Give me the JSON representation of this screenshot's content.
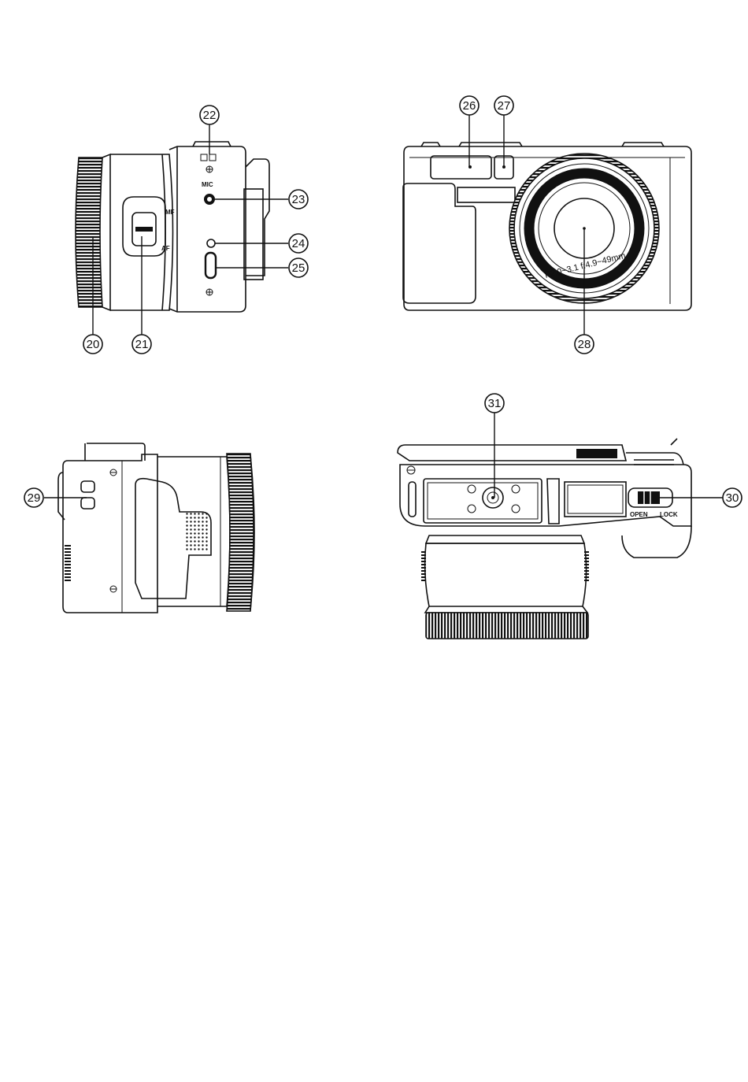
{
  "callouts": {
    "c20": "20",
    "c21": "21",
    "c22": "22",
    "c23": "23",
    "c24": "24",
    "c25": "25",
    "c26": "26",
    "c27": "27",
    "c28": "28",
    "c29": "29",
    "c30": "30",
    "c31": "31"
  },
  "labels": {
    "mic": "MIC",
    "mf": "MF",
    "af": "AF",
    "lens_marking": "F2.0~3.1 f:4.9~49mm",
    "open": "OPEN",
    "lock": "LOCK"
  },
  "colors": {
    "ink": "#111111",
    "paper": "#ffffff"
  }
}
